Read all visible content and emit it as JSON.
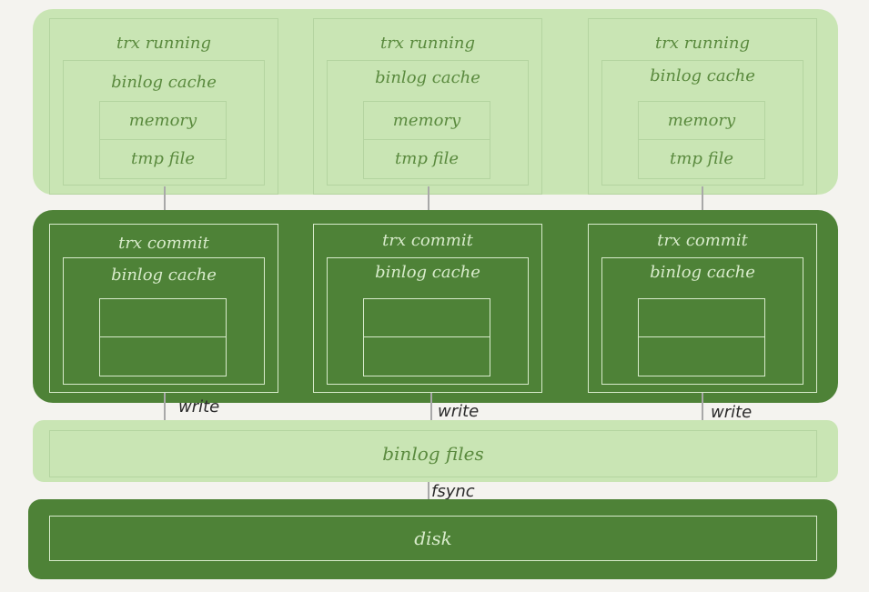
{
  "running": {
    "columns": [
      {
        "title": "trx running",
        "cache": "binlog cache",
        "memory": "memory",
        "tmp": "tmp file"
      },
      {
        "title": "trx running",
        "cache": "binlog cache",
        "memory": "memory",
        "tmp": "tmp file"
      },
      {
        "title": "trx running",
        "cache": "binlog cache",
        "memory": "memory",
        "tmp": "tmp file"
      }
    ]
  },
  "commit": {
    "columns": [
      {
        "title": "trx commit",
        "cache": "binlog cache"
      },
      {
        "title": "trx commit",
        "cache": "binlog cache"
      },
      {
        "title": "trx commit",
        "cache": "binlog cache"
      }
    ]
  },
  "connectors": {
    "write": [
      "write",
      "write",
      "write"
    ],
    "fsync": "fsync"
  },
  "binlog_files": "binlog files",
  "disk": "disk",
  "colors": {
    "light_green": "#c9e5b4",
    "dark_green": "#4e8237",
    "background": "#f4f3ef"
  }
}
